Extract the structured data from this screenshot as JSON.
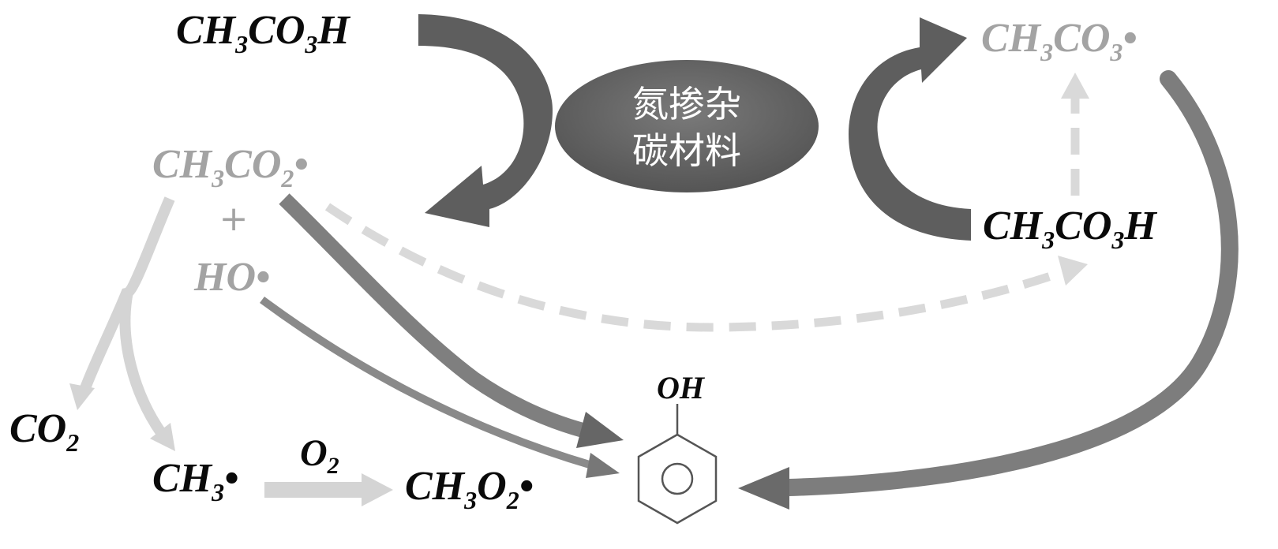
{
  "catalyst": {
    "line1": "氮掺杂",
    "line2": "碳材料"
  },
  "species": {
    "peracid_top": {
      "base": "CH",
      "s1": "3",
      "mid": "CO",
      "s2": "3",
      "tail": "H"
    },
    "peracid_right": {
      "base": "CH",
      "s1": "3",
      "mid": "CO",
      "s2": "3",
      "tail": "H"
    },
    "acetylperoxyl": {
      "base": "CH",
      "s1": "3",
      "mid": "CO",
      "s2": "3",
      "tail": "•"
    },
    "acetyloxyl": {
      "base": "CH",
      "s1": "3",
      "mid": "CO",
      "s2": "2",
      "tail": "•"
    },
    "plus": "+",
    "hydroxyl": "HO•",
    "co2": {
      "base": "CO",
      "s1": "2"
    },
    "methyl": {
      "base": "CH",
      "s1": "3",
      "tail": "•"
    },
    "o2": {
      "base": "O",
      "s1": "2"
    },
    "methylperoxyl": {
      "base": "CH",
      "s1": "3",
      "mid": "O",
      "s2": "2",
      "tail": "•"
    },
    "phenol_oh": "OH"
  },
  "colors": {
    "dark_arrow": "#595959",
    "mid_arrow": "#8c8c8c",
    "light_arrow": "#d4d4d4",
    "dashed_arrow": "#d9d9d9",
    "ellipse_fill": "#6b6b6b",
    "gray_text": "#a3a3a3"
  }
}
